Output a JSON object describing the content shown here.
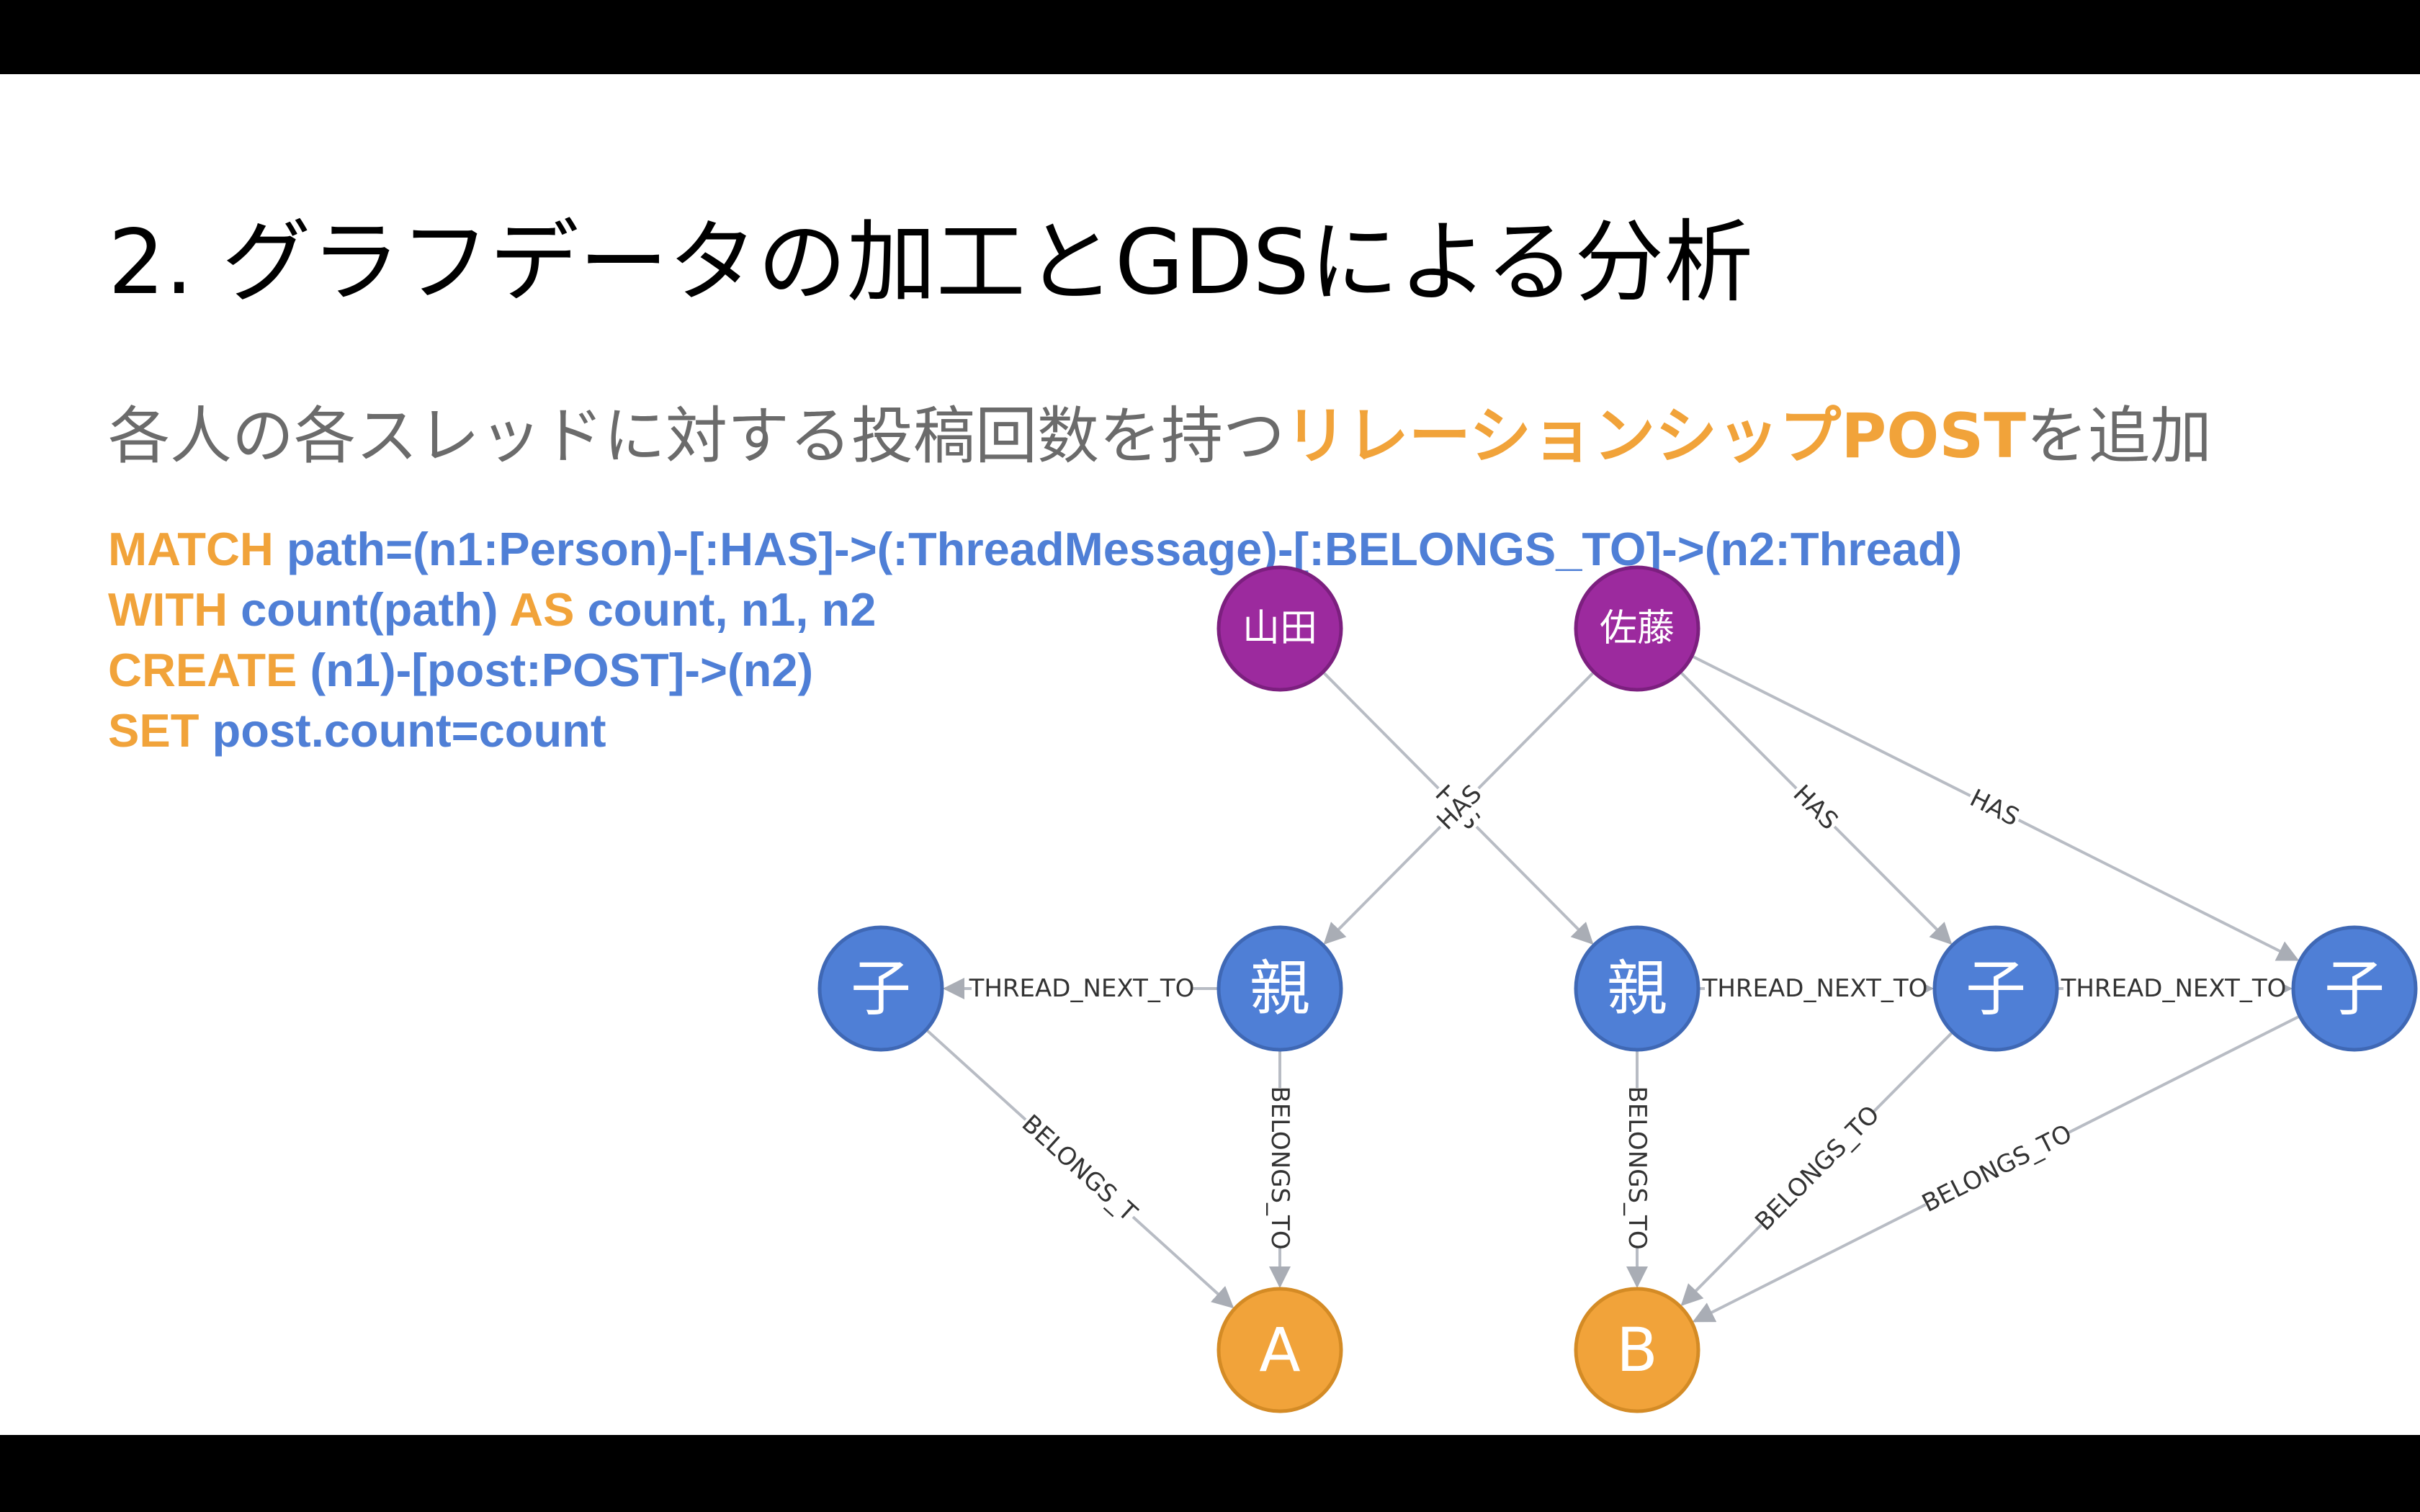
{
  "slide": {
    "title": "2. グラフデータの加工とGDSによる分析",
    "subtitle_prefix": "各人の各スレッドに対する投稿回数を持つ",
    "subtitle_highlight": "リレーションシップPOST",
    "subtitle_suffix": "を追加"
  },
  "code": {
    "lines": [
      {
        "keyword": "MATCH",
        "text": "path=(n1:Person)-[:HAS]->(:ThreadMessage)-[:BELONGS_TO]->(n2:Thread)"
      },
      {
        "keyword": "WITH",
        "text": "count(path)"
      },
      {
        "keyword": "AS",
        "text": "count, n1, n2"
      },
      {
        "keyword": "CREATE",
        "text": "(n1)-[post:POST]->(n2)"
      },
      {
        "keyword": "SET",
        "text": "post.count=count"
      }
    ]
  },
  "graph": {
    "colors": {
      "person": "#9c2a9e",
      "message": "#4f7fd6",
      "thread": "#f1a33a",
      "edge": "#b8bcc4",
      "edge_label": "#333333"
    },
    "nodes": [
      {
        "id": "yamada",
        "label": "山田",
        "type": "person"
      },
      {
        "id": "sato",
        "label": "佐藤",
        "type": "person"
      },
      {
        "id": "child1",
        "label": "子",
        "type": "message"
      },
      {
        "id": "parent1",
        "label": "親",
        "type": "message"
      },
      {
        "id": "parent2",
        "label": "親",
        "type": "message"
      },
      {
        "id": "child2",
        "label": "子",
        "type": "message"
      },
      {
        "id": "child3",
        "label": "子",
        "type": "message"
      },
      {
        "id": "threadA",
        "label": "A",
        "type": "thread",
        "tag": "Thread"
      },
      {
        "id": "threadB",
        "label": "B",
        "type": "thread",
        "tag": "Thread"
      }
    ],
    "edges": [
      {
        "from": "yamada",
        "to": "parent2",
        "label": "HAS"
      },
      {
        "from": "sato",
        "to": "parent1",
        "label": "HAS"
      },
      {
        "from": "sato",
        "to": "child2",
        "label": "HAS"
      },
      {
        "from": "sato",
        "to": "child3",
        "label": "HAS"
      },
      {
        "from": "parent1",
        "to": "child1",
        "label": "THREAD_NEXT_TO"
      },
      {
        "from": "parent2",
        "to": "child2",
        "label": "THREAD_NEXT_TO"
      },
      {
        "from": "child2",
        "to": "child3",
        "label": "THREAD_NEXT_TO"
      },
      {
        "from": "child1",
        "to": "threadA",
        "label": "BELONGS_T"
      },
      {
        "from": "parent1",
        "to": "threadA",
        "label": "BELONGS_TO"
      },
      {
        "from": "parent2",
        "to": "threadB",
        "label": "BELONGS_TO"
      },
      {
        "from": "child2",
        "to": "threadB",
        "label": "BELONGS_TO"
      },
      {
        "from": "child3",
        "to": "threadB",
        "label": "BELONGS_TO"
      }
    ]
  }
}
